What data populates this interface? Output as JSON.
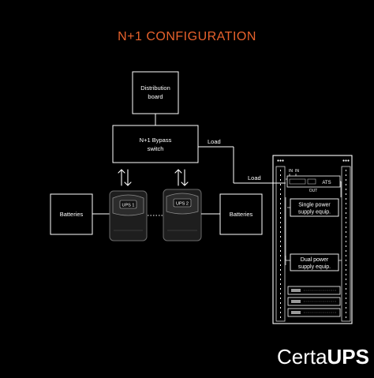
{
  "title": "N+1 CONFIGURATION",
  "boxes": {
    "distribution_line1": "Distribution",
    "distribution_line2": "board",
    "bypass_line1": "N+1 Bypass",
    "bypass_line2": "switch",
    "batteries_left": "Batteries",
    "batteries_right": "Batteries"
  },
  "labels": {
    "load_upper": "Load",
    "load_lower": "Load",
    "in_left": "IN",
    "in_right": "IN",
    "out": "OUT",
    "ats": "ATS",
    "single_line1": "Single power",
    "single_line2": "supply equip.",
    "dual_line1": "Dual power",
    "dual_line2": "supply equip."
  },
  "ups": {
    "unit1": "UPS 1",
    "unit2": "UPS 2"
  },
  "brand": {
    "light": "Certa",
    "bold": "UPS"
  },
  "colors": {
    "background": "#000000",
    "title": "#e8622c",
    "lines": "#ffffff",
    "ups_body": "#1e1e1e"
  },
  "icons": {
    "exchange_arrows": "up-down-arrows-icon",
    "ups_unit": "ups-unit-icon",
    "server_rack": "server-rack-icon"
  }
}
